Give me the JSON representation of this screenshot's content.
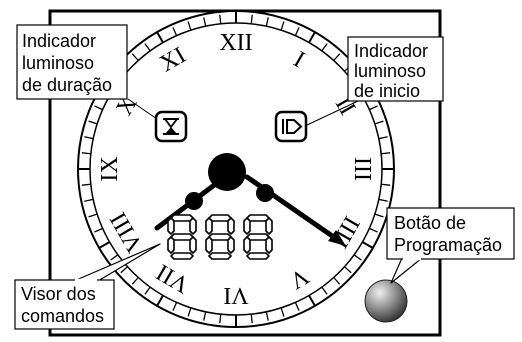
{
  "dial": {
    "numerals": [
      "XII",
      "I",
      "II",
      "III",
      "IIII",
      "V",
      "VI",
      "VII",
      "VIII",
      "IX",
      "X",
      "XI"
    ]
  },
  "display": {
    "digits": "888"
  },
  "callouts": {
    "duration_indicator": [
      "Indicador",
      "luminoso",
      "de duração"
    ],
    "start_indicator": [
      "Indicador",
      "luminoso",
      "de inicio"
    ],
    "command_display": [
      "Visor dos",
      "comandos"
    ],
    "programming_button": [
      "Botão de",
      "Programação"
    ]
  },
  "icons": {
    "duration_indicator": "hourglass-icon",
    "start_indicator": "play-arrow-icon",
    "programming_button": "round-button-icon"
  },
  "colors": {
    "outline": "#000000",
    "background": "#ffffff",
    "button_light": "#d8d8d8",
    "button_dark": "#3c3c3c"
  }
}
